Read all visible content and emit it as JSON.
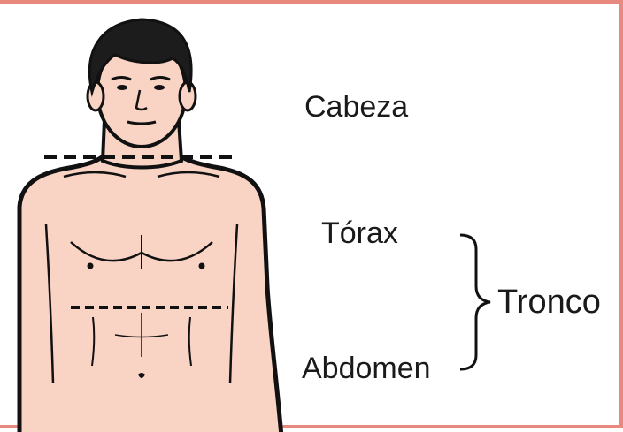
{
  "labels": {
    "head": "Cabeza",
    "thorax": "Tórax",
    "abdomen": "Abdomen",
    "trunk": "Tronco"
  },
  "colors": {
    "skin": "#f9d3c4",
    "outline": "#111111",
    "hair": "#1c1c1c",
    "frame": "#e8897f",
    "background": "#ffffff"
  }
}
